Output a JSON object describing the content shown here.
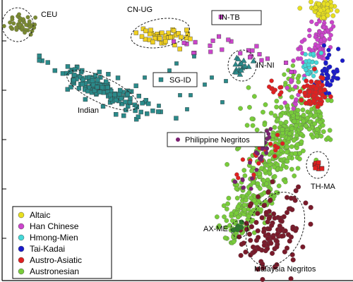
{
  "chart_data": {
    "type": "scatter",
    "title": "",
    "xlabel": "",
    "ylabel": "",
    "grid": false,
    "legend_position": "bottom-left",
    "legend": [
      {
        "name": "Altaic",
        "color": "#e8e020"
      },
      {
        "name": "Han Chinese",
        "color": "#cc44cc"
      },
      {
        "name": "Hmong-Mien",
        "color": "#44d8d8"
      },
      {
        "name": "Tai-Kadai",
        "color": "#1a1acc"
      },
      {
        "name": "Austro-Asiatic",
        "color": "#e02020"
      },
      {
        "name": "Austronesian",
        "color": "#78cc3a"
      }
    ],
    "population_labels": [
      {
        "text": "CEU",
        "boxed": false,
        "marker": "none"
      },
      {
        "text": "CN-UG",
        "boxed": false,
        "marker": "square",
        "color": "#f0d020"
      },
      {
        "text": "IN-TB",
        "boxed": true,
        "marker": "square",
        "color": "#cc44cc"
      },
      {
        "text": "IN-NI",
        "boxed": false,
        "marker": "triangle",
        "color": "#2a8a8a"
      },
      {
        "text": "SG-ID",
        "boxed": true,
        "marker": "square",
        "color": "#2a8a8a"
      },
      {
        "text": "Indian",
        "boxed": false,
        "marker": "none"
      },
      {
        "text": "Philippine Negritos",
        "boxed": true,
        "marker": "circle",
        "color": "#7a2070"
      },
      {
        "text": "TH-MA",
        "boxed": false,
        "marker": "none"
      },
      {
        "text": "AX-ME",
        "boxed": false,
        "marker": "none"
      },
      {
        "text": "Malaysia Negritos",
        "boxed": false,
        "marker": "none"
      }
    ],
    "series": [
      {
        "name": "CEU",
        "color": "#7a8a30",
        "marker": "circle"
      },
      {
        "name": "CN-UG",
        "color": "#f0d020",
        "marker": "square"
      },
      {
        "name": "IN-TB",
        "color": "#cc44cc",
        "marker": "square"
      },
      {
        "name": "IN-NI",
        "color": "#2a8a8a",
        "marker": "triangle"
      },
      {
        "name": "SG-ID",
        "color": "#2a8a8a",
        "marker": "square"
      },
      {
        "name": "Indian",
        "color": "#2a8a8a",
        "marker": "square"
      },
      {
        "name": "Philippine Negritos",
        "color": "#7a2070",
        "marker": "circle"
      },
      {
        "name": "TH-MA",
        "color": "#e02020",
        "marker": "square"
      },
      {
        "name": "AX-ME",
        "color": "#2a7a2a",
        "marker": "circle"
      },
      {
        "name": "Malaysia Negritos",
        "color": "#7a1a2a",
        "marker": "circle"
      },
      {
        "name": "Altaic",
        "color": "#e8e020",
        "marker": "circle"
      },
      {
        "name": "Han Chinese",
        "color": "#cc44cc",
        "marker": "circle"
      },
      {
        "name": "Hmong-Mien",
        "color": "#44d8d8",
        "marker": "circle"
      },
      {
        "name": "Tai-Kadai",
        "color": "#1a1acc",
        "marker": "circle"
      },
      {
        "name": "Austro-Asiatic",
        "color": "#e02020",
        "marker": "circle"
      },
      {
        "name": "Austronesian",
        "color": "#78cc3a",
        "marker": "circle"
      }
    ]
  }
}
